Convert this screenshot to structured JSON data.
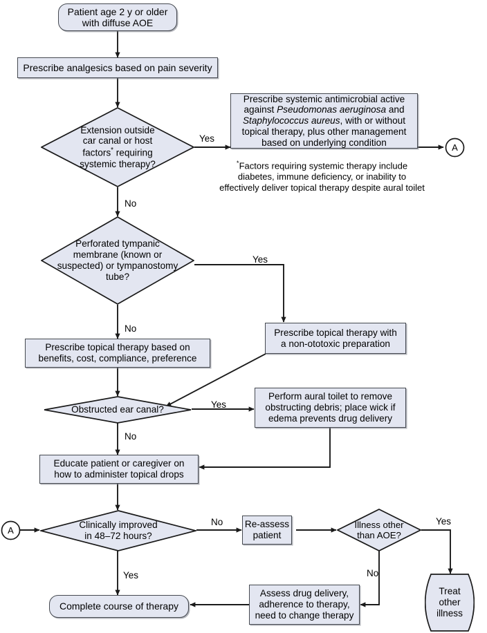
{
  "diagram": {
    "title": "Acute otitis externa (AOE) management algorithm",
    "colors": {
      "node_fill": "#e3e6f1",
      "node_stroke": "#44484f",
      "edge_stroke": "#1a1a1a",
      "text": "#000000",
      "background": "#ffffff"
    },
    "nodes": {
      "start": {
        "shape": "rounded-rectangle",
        "line1": "Patient age 2 y or older",
        "line2": "with diffuse AOE"
      },
      "analgesics": {
        "shape": "rectangle",
        "line1": "Prescribe analgesics based on pain severity"
      },
      "decision_extension": {
        "shape": "diamond",
        "line1": "Extension outside",
        "line2": "car canal or host",
        "line3_pre": "factors",
        "line3_sup": "*",
        "line3_post": " requiring",
        "line4": "systemic therapy?"
      },
      "systemic_antimicrobial": {
        "shape": "rectangle",
        "line1": "Prescribe systemic antimicrobial active",
        "line2_pre": "against ",
        "line2_ital": "Pseudomonas aeruginosa",
        "line2_post": " and",
        "line3_ital": "Staphylococcus aureus",
        "line3_post": ", with or without",
        "line4": "topical therapy, plus other management",
        "line5": "based on underlying condition"
      },
      "footnote": {
        "marker": "*",
        "line1": "Factors requiring systemic therapy include",
        "line2": "diabetes, immune deficiency, or inability to",
        "line3": "effectively deliver topical therapy despite aural toilet"
      },
      "connector_a_right": {
        "shape": "circle",
        "label": "A"
      },
      "decision_perforated": {
        "shape": "diamond",
        "line1": "Perforated tympanic",
        "line2": "membrane (known or",
        "line3": "suspected) or tympanostomy",
        "line4": "tube?"
      },
      "nonototoxic": {
        "shape": "rectangle",
        "line1": "Prescribe topical therapy with",
        "line2": "a non-ototoxic preparation"
      },
      "topical_benefits": {
        "shape": "rectangle",
        "line1": "Prescribe topical therapy based on",
        "line2": "benefits, cost, compliance, preference"
      },
      "decision_obstructed": {
        "shape": "diamond",
        "line1": "Obstructed ear canal?"
      },
      "aural_toilet": {
        "shape": "rectangle",
        "line1": "Perform aural toilet to remove",
        "line2": "obstructing debris; place wick if",
        "line3": "edema prevents drug delivery"
      },
      "educate": {
        "shape": "rectangle",
        "line1": "Educate patient or caregiver on",
        "line2": "how to administer topical drops"
      },
      "connector_a_left": {
        "shape": "circle",
        "label": "A"
      },
      "decision_improved": {
        "shape": "diamond",
        "line1": "Clinically improved",
        "line2": "in 48–72 hours?"
      },
      "reassess": {
        "shape": "rectangle",
        "line1": "Re-assess",
        "line2": "patient"
      },
      "decision_other_illness": {
        "shape": "diamond",
        "line1": "Illness other",
        "line2": "than AOE?"
      },
      "treat_other": {
        "shape": "barrel",
        "line1": "Treat",
        "line2": "other",
        "line3": "illness"
      },
      "assess_drug": {
        "shape": "rectangle",
        "line1": "Assess drug delivery,",
        "line2": "adherence to therapy,",
        "line3": "need to change therapy"
      },
      "complete": {
        "shape": "rounded-rectangle",
        "line1": "Complete course of therapy"
      }
    },
    "edge_labels": {
      "extension_yes": "Yes",
      "extension_no": "No",
      "perforated_yes": "Yes",
      "perforated_no": "No",
      "obstructed_yes": "Yes",
      "obstructed_no": "No",
      "improved_no": "No",
      "improved_yes": "Yes",
      "other_illness_yes": "Yes",
      "other_illness_no": "No"
    }
  }
}
